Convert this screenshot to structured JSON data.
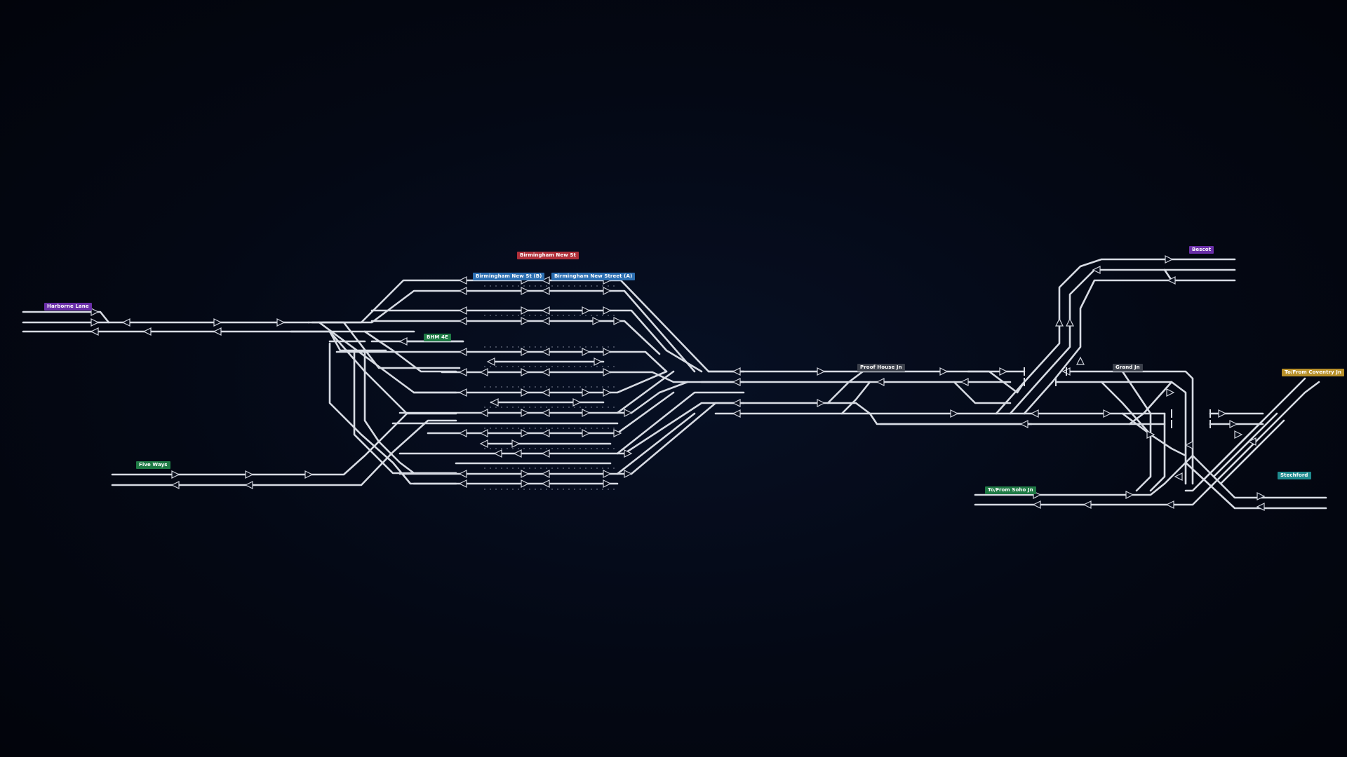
{
  "layout_labels": {
    "station_top": {
      "text": "Birmingham New St",
      "color": "#b0303a"
    },
    "platform_b": {
      "text": "Birmingham New St (B)",
      "color": "#2c6fb2"
    },
    "platform_a": {
      "text": "Birmingham New Street (A)",
      "color": "#2c6fb2"
    },
    "west_entry": {
      "text": "Harborne Lane",
      "color": "#6a2fa8"
    },
    "siding_loop": {
      "text": "BHM 4E",
      "color": "#1f7a45"
    },
    "southwest_entry": {
      "text": "Five Ways",
      "color": "#1f7a45"
    },
    "junction_mid": {
      "text": "Proof House Jn",
      "color": "#3a3f4a"
    },
    "junction_east": {
      "text": "Grand Jn",
      "color": "#3a3f4a"
    },
    "northeast_exit": {
      "text": "Bescot",
      "color": "#6a2fa8"
    },
    "east_exit": {
      "text": "To/From Coventry Jn",
      "color": "#b8902a"
    },
    "southeast_entry": {
      "text": "To/From Soho Jn",
      "color": "#1f7a45"
    },
    "far_east_exit": {
      "text": "Stechford",
      "color": "#1f8a8e"
    }
  }
}
